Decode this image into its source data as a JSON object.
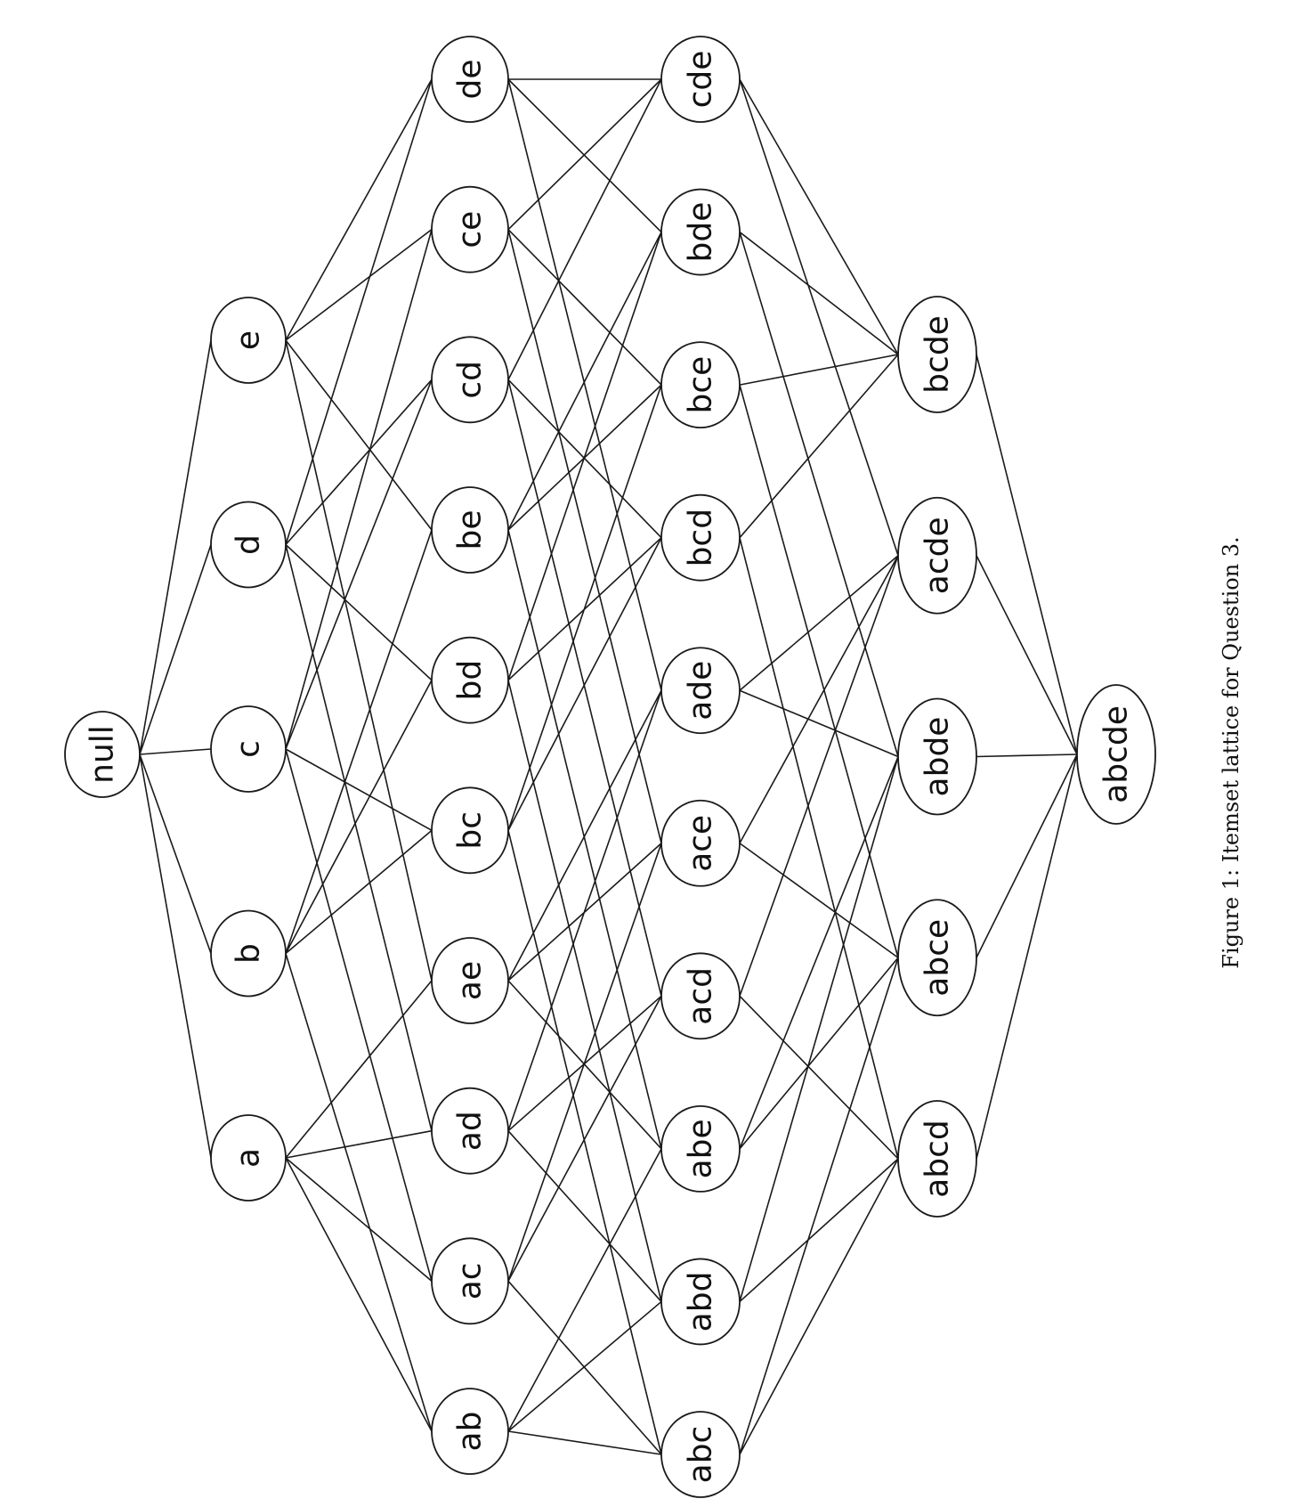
{
  "figure": {
    "caption": "Figure 1: Itemset lattice for Question 3."
  },
  "levels": [
    [
      "null"
    ],
    [
      "a",
      "b",
      "c",
      "d",
      "e"
    ],
    [
      "ab",
      "ac",
      "ad",
      "ae",
      "bc",
      "bd",
      "be",
      "cd",
      "ce",
      "de"
    ],
    [
      "abc",
      "abd",
      "abe",
      "acd",
      "ace",
      "ade",
      "bcd",
      "bce",
      "bde",
      "cde"
    ],
    [
      "abcd",
      "abce",
      "abde",
      "acde",
      "bcde"
    ],
    [
      "abcde"
    ]
  ]
}
